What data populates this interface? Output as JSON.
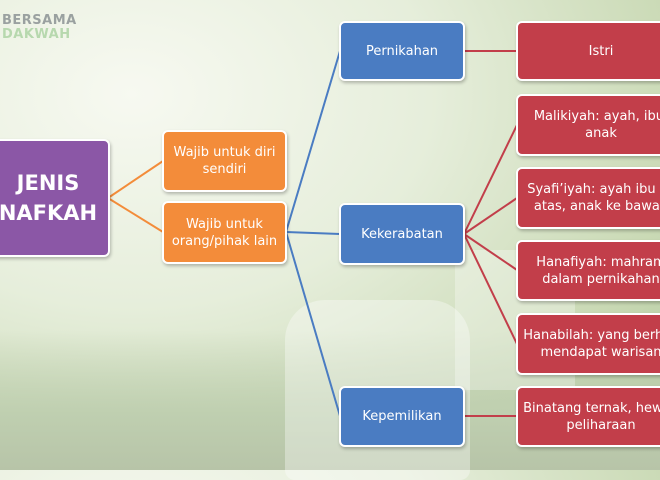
{
  "logo": {
    "line1": "BERSAMA",
    "line2": "DAKWAH"
  },
  "root": {
    "label": "JENIS\nNAFKAH"
  },
  "level1": [
    {
      "label": "Wajib untuk diri\nsendiri"
    },
    {
      "label": "Wajib untuk\norang/pihak lain"
    }
  ],
  "level2": [
    {
      "label": "Pernikahan"
    },
    {
      "label": "Kekerabatan"
    },
    {
      "label": "Kepemilikan"
    }
  ],
  "level3": [
    {
      "label": "Istri"
    },
    {
      "label": "Malikiyah: ayah, ibu,\nanak"
    },
    {
      "label": "Syafi’iyah: ayah ibu ke\natas, anak ke bawah"
    },
    {
      "label": "Hanafiyah: mahram\ndalam pernikahan"
    },
    {
      "label": "Hanabilah: yang berhak\nmendapat warisan"
    },
    {
      "label": "Binatang ternak, hewan\npeliharaan"
    }
  ],
  "colors": {
    "root": "#8b57a6",
    "level1": "#f38c3a",
    "level2": "#4a7cc2",
    "level3": "#c23e4a"
  }
}
